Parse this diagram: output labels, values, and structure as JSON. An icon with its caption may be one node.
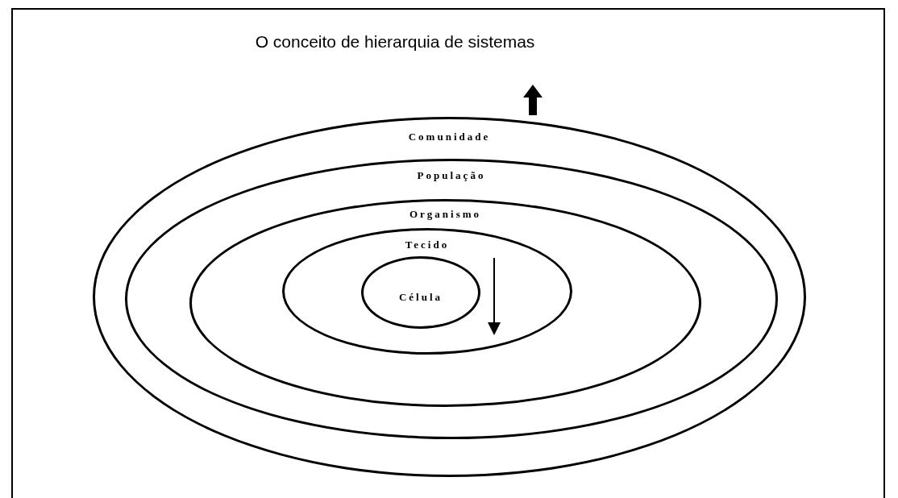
{
  "diagram": {
    "title": "O conceito de hierarquia de sistemas",
    "nodes": [
      {
        "text": [
          "Comunidade"
        ]
      },
      {
        "text": [
          "População"
        ],
        "in": 0
      },
      {
        "text": [
          "Organismo"
        ],
        "in": 1
      },
      {
        "text": [
          "Tecido"
        ],
        "in": 2
      },
      {
        "text": [
          "Célula"
        ],
        "in": 3
      }
    ]
  }
}
